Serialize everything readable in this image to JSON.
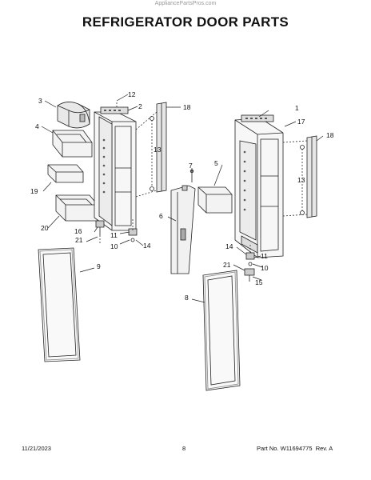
{
  "watermark": "AppliancePartsPros.com",
  "title": "REFRIGERATOR DOOR PARTS",
  "footer": {
    "date": "11/21/2023",
    "page": "8",
    "part_label": "Part No.",
    "part_number": "W11694775",
    "rev_label": "Rev.",
    "rev": "A"
  },
  "callouts": [
    "1",
    "2",
    "3",
    "4",
    "5",
    "6",
    "7",
    "8",
    "9",
    "10",
    "10",
    "11",
    "11",
    "12",
    "13",
    "13",
    "14",
    "14",
    "15",
    "16",
    "17",
    "18",
    "18",
    "19",
    "20",
    "21",
    "21"
  ],
  "colors": {
    "line": "#222222",
    "shade": "#dcdcdc",
    "dark": "#888888"
  }
}
